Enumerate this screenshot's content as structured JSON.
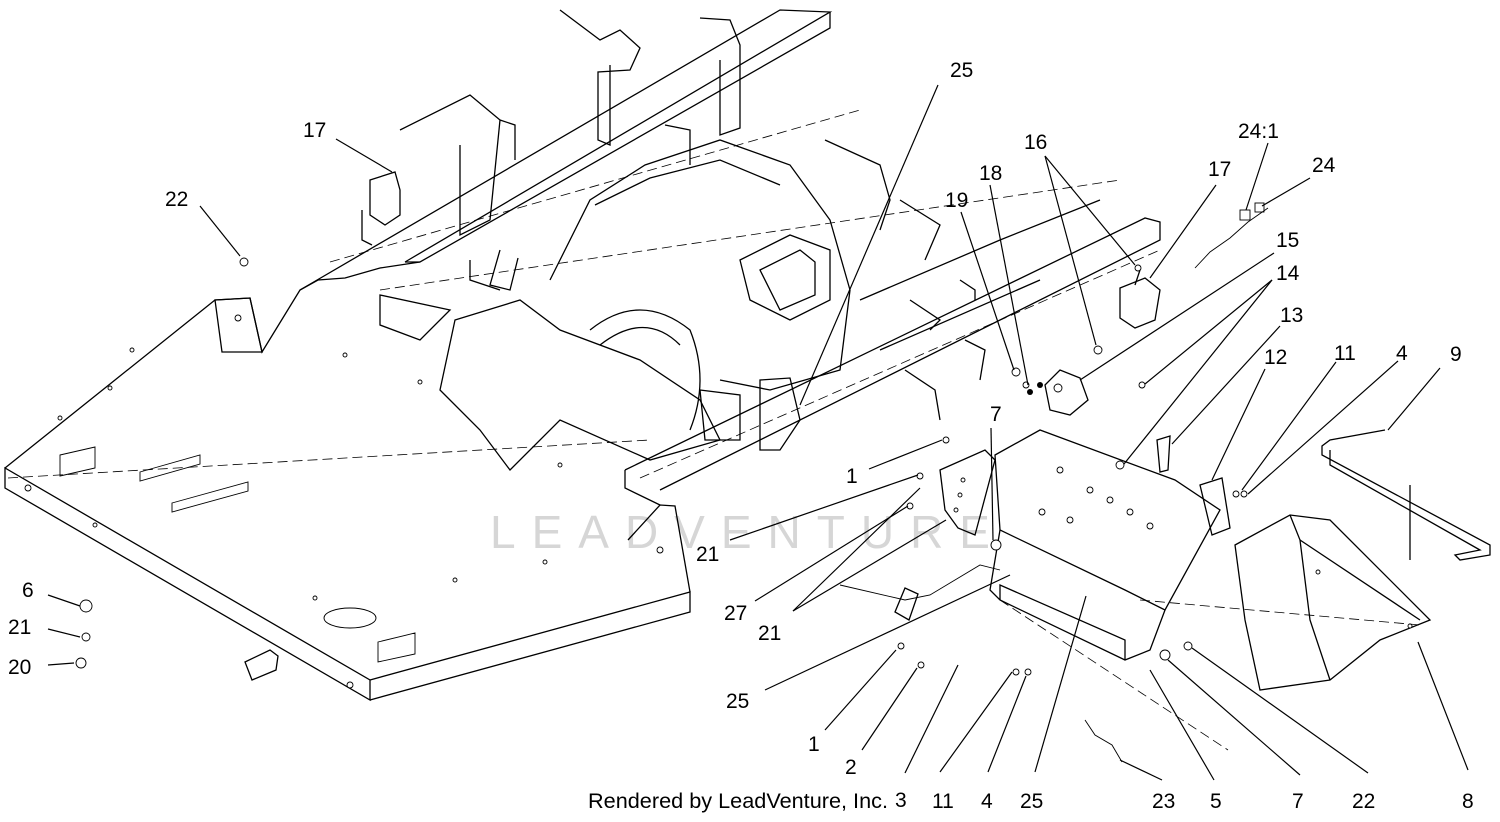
{
  "watermark": "LEADVENTURE",
  "credit": "Rendered by LeadVenture, Inc.",
  "callouts": [
    "25",
    "17",
    "22",
    "16",
    "24:1",
    "24",
    "17",
    "18",
    "19",
    "15",
    "14",
    "13",
    "12",
    "11",
    "4",
    "9",
    "7",
    "1",
    "21",
    "27",
    "21",
    "6",
    "21",
    "20",
    "25",
    "1",
    "2",
    "3",
    "11",
    "4",
    "25",
    "23",
    "5",
    "7",
    "22",
    "8"
  ]
}
